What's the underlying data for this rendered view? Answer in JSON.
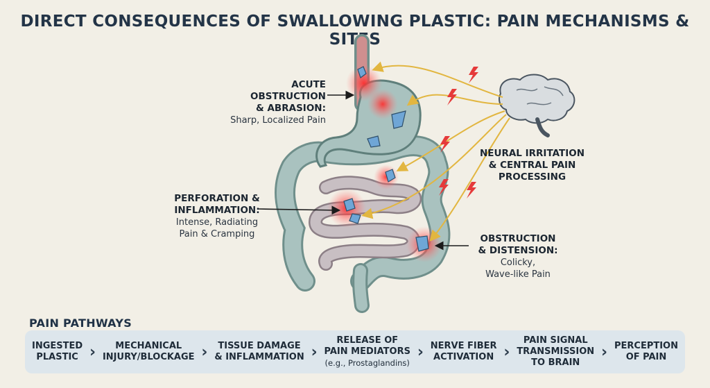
{
  "title": "DIRECT CONSEQUENCES OF SWALLOWING PLASTIC: PAIN MECHANISMS & SITES",
  "labels": {
    "acute": {
      "head1": "ACUTE OBSTRUCTION",
      "head2": "& ABRASION:",
      "sub": "Sharp, Localized Pain"
    },
    "perforation": {
      "head1": "PERFORATION &",
      "head2": "INFLAMMATION:",
      "sub1": "Intense, Radiating",
      "sub2": "Pain & Cramping"
    },
    "neural": {
      "line1": "NEURAL IRRITATION",
      "line2": "& CENTRAL PAIN",
      "line3": "PROCESSING"
    },
    "obstruction": {
      "head1": "OBSTRUCTION",
      "head2": "& DISTENSION:",
      "sub1": "Colicky,",
      "sub2": "Wave-like Pain"
    }
  },
  "pathways": {
    "title": "PAIN PATHWAYS",
    "steps": [
      {
        "line1": "INGESTED",
        "line2": "PLASTIC"
      },
      {
        "line1": "MECHANICAL",
        "line2": "INJURY/BLOCKAGE"
      },
      {
        "line1": "TISSUE DAMAGE",
        "line2": "& INFLAMMATION"
      },
      {
        "line1": "RELEASE OF",
        "line2": "PAIN MEDIATORS",
        "note": "(e.g., Prostaglandins)"
      },
      {
        "line1": "NERVE FIBER",
        "line2": "ACTIVATION"
      },
      {
        "line1": "PAIN SIGNAL",
        "line2": "TRANSMISSION",
        "line3": "TO BRAIN"
      },
      {
        "line1": "PERCEPTION",
        "line2": "OF PAIN"
      }
    ]
  },
  "colors": {
    "background": "#f2efe6",
    "organ": "#9fb9b5",
    "organ_dark": "#5f7f7b",
    "intestine": "#b7aeb2",
    "nerve": "#e2b640",
    "pain": "#e53a3a",
    "plastic": "#6fa6d6",
    "panel": "#dde6ec"
  },
  "icons": [
    "brain-icon",
    "lightning-bolt-icon",
    "plastic-fragment-icon",
    "arrow-icon",
    "chevron-right-icon"
  ]
}
